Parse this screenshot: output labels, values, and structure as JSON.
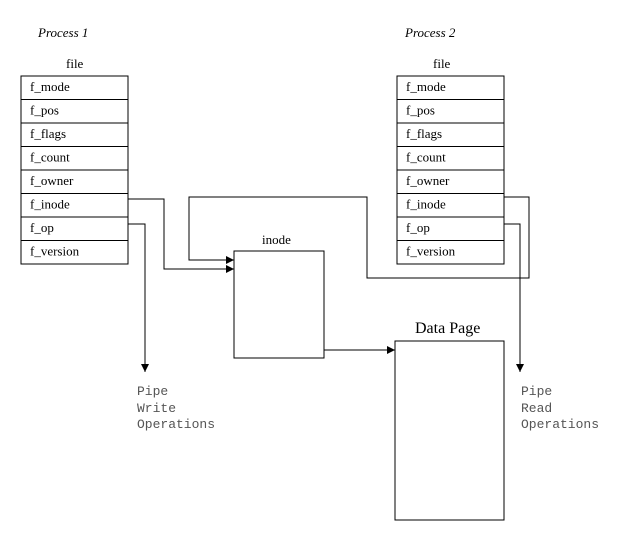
{
  "process1": {
    "title": "Process 1",
    "file_label": "file",
    "fields": [
      "f_mode",
      "f_pos",
      "f_flags",
      "f_count",
      "f_owner",
      "f_inode",
      "f_op",
      "f_version"
    ]
  },
  "process2": {
    "title": "Process 2",
    "file_label": "file",
    "fields": [
      "f_mode",
      "f_pos",
      "f_flags",
      "f_count",
      "f_owner",
      "f_inode",
      "f_op",
      "f_version"
    ]
  },
  "inode": {
    "label": "inode"
  },
  "data_page": {
    "label": "Data Page"
  },
  "pipe_write": {
    "lines": [
      "Pipe",
      "Write",
      "Operations"
    ]
  },
  "pipe_read": {
    "lines": [
      "Pipe",
      "Read",
      "Operations"
    ]
  }
}
